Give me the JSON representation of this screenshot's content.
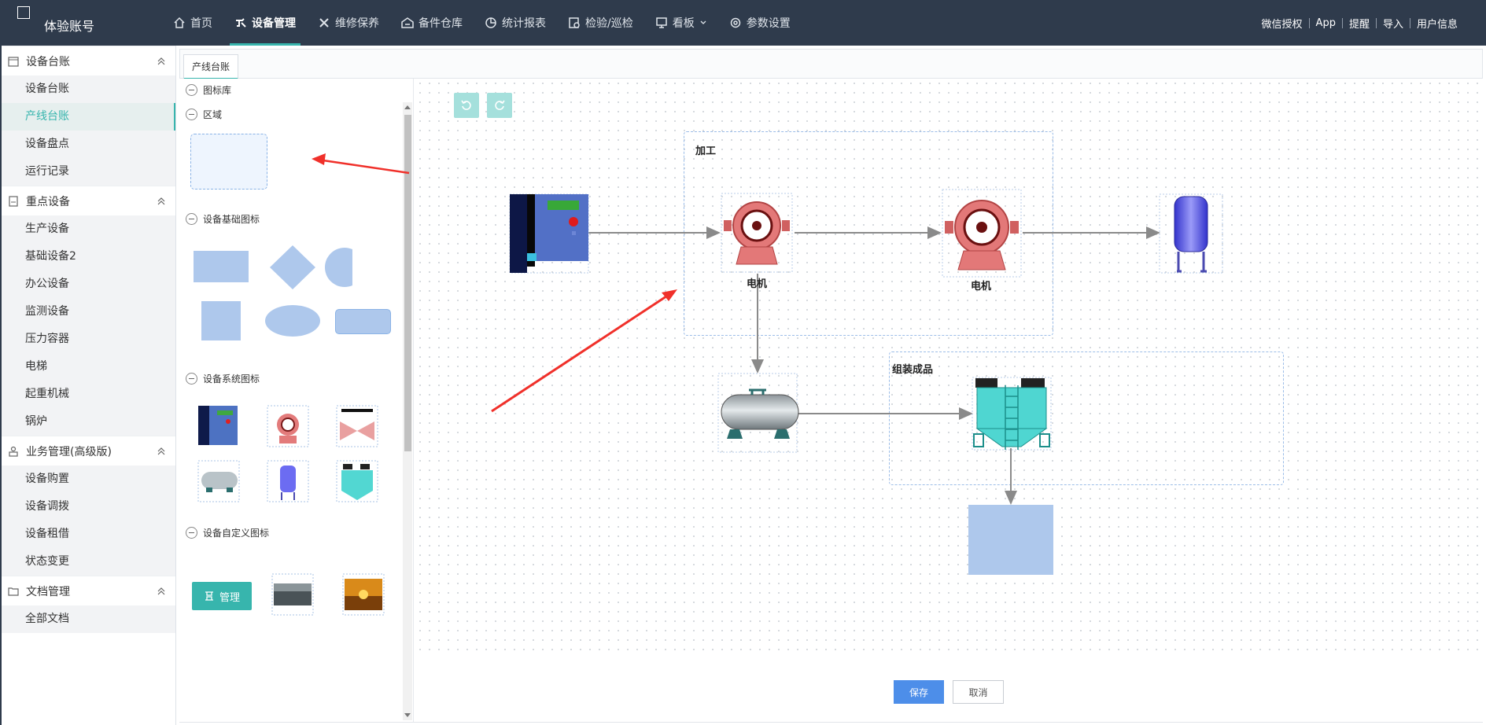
{
  "app": {
    "title": "体验账号"
  },
  "nav": [
    {
      "label": "首页",
      "icon": "home-icon"
    },
    {
      "label": "设备管理",
      "icon": "device-icon",
      "active": true
    },
    {
      "label": "维修保养",
      "icon": "wrench-icon"
    },
    {
      "label": "备件仓库",
      "icon": "warehouse-icon"
    },
    {
      "label": "统计报表",
      "icon": "pie-chart-icon"
    },
    {
      "label": "检验/巡检",
      "icon": "inspection-icon"
    },
    {
      "label": "看板",
      "icon": "board-icon"
    },
    {
      "label": "参数设置",
      "icon": "gear-icon"
    }
  ],
  "right_links": [
    "微信授权",
    "App",
    "提醒",
    "导入",
    "用户信息"
  ],
  "sidebar": {
    "groups": [
      {
        "label": "设备台账",
        "items": [
          "设备台账",
          "产线台账",
          "设备盘点",
          "运行记录"
        ]
      },
      {
        "label": "重点设备",
        "items": [
          "生产设备",
          "基础设备2",
          "办公设备",
          "监测设备",
          "压力容器",
          "电梯",
          "起重机械",
          "锅炉"
        ]
      },
      {
        "label": "业务管理(高级版)",
        "items": [
          "设备购置",
          "设备调拨",
          "设备租借",
          "状态变更"
        ]
      },
      {
        "label": "文档管理",
        "items": [
          "全部文档"
        ]
      }
    ],
    "active_item": "产线台账"
  },
  "tab": {
    "label": "产线台账"
  },
  "palette": {
    "library": "图标库",
    "region": "区域",
    "basic": "设备基础图标",
    "system": "设备系统图标",
    "custom": "设备自定义图标",
    "manage_button": "管理"
  },
  "canvas": {
    "regions": [
      {
        "label": "加工"
      },
      {
        "label": "组装成品"
      }
    ],
    "devices": [
      {
        "label": "电机"
      },
      {
        "label": "电机"
      }
    ]
  },
  "actions": {
    "save": "保存",
    "cancel": "取消"
  },
  "colors": {
    "topbar": "#2f3b4c",
    "accent": "#37b5ad",
    "shape_fill": "#aec8ec",
    "save": "#4d8ee9",
    "annotation_arrow": "#f0302a"
  }
}
